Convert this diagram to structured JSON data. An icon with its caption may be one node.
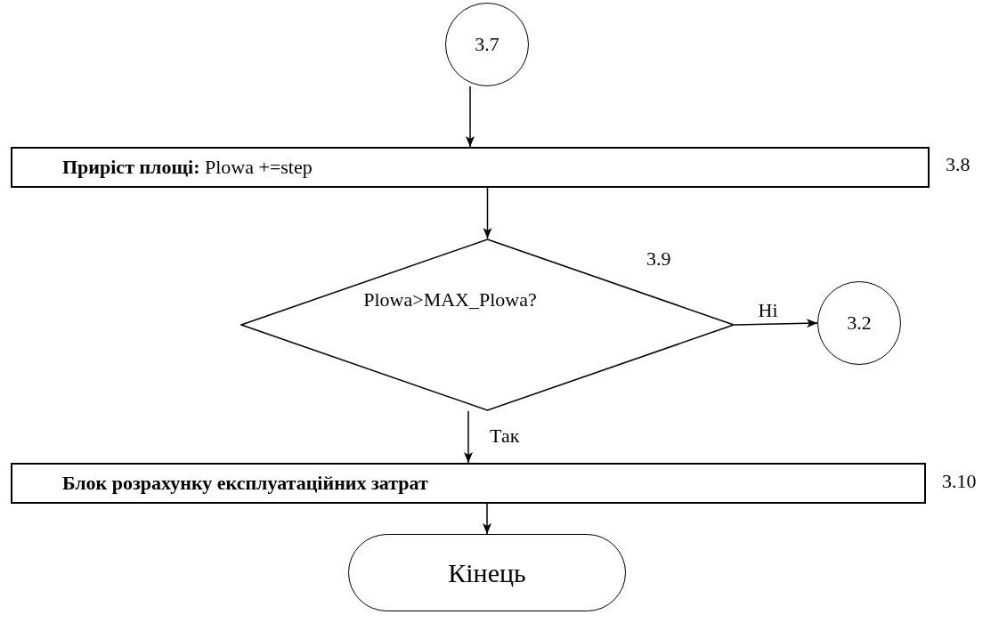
{
  "diagram": {
    "nodes": [
      {
        "text": [
          "3.7"
        ]
      },
      {
        "text": [
          "**Приріст площі:** Plowa +=step"
        ],
        "beside": [
          "3.8"
        ]
      },
      {
        "text": [
          "Plowa>MAX_Plowa?"
        ],
        "beside": [
          "3.9"
        ]
      },
      {
        "text": [
          "3.2"
        ]
      },
      {
        "text": [
          "Блок розрахунку експлуатаційних затрат"
        ],
        "beside": [
          "3.10"
        ]
      },
      {
        "text": [
          "Кінець"
        ]
      }
    ],
    "edges": [
      {
        "from": 0,
        "to": 1,
        "arrow": "to"
      },
      {
        "from": 1,
        "to": 2,
        "arrow": "to"
      },
      {
        "from": 2,
        "to": 3,
        "arrow": "to",
        "label": "Ні"
      },
      {
        "from": 2,
        "to": 4,
        "arrow": "to",
        "label": "Так"
      },
      {
        "from": 4,
        "to": 5,
        "arrow": "to"
      }
    ]
  }
}
